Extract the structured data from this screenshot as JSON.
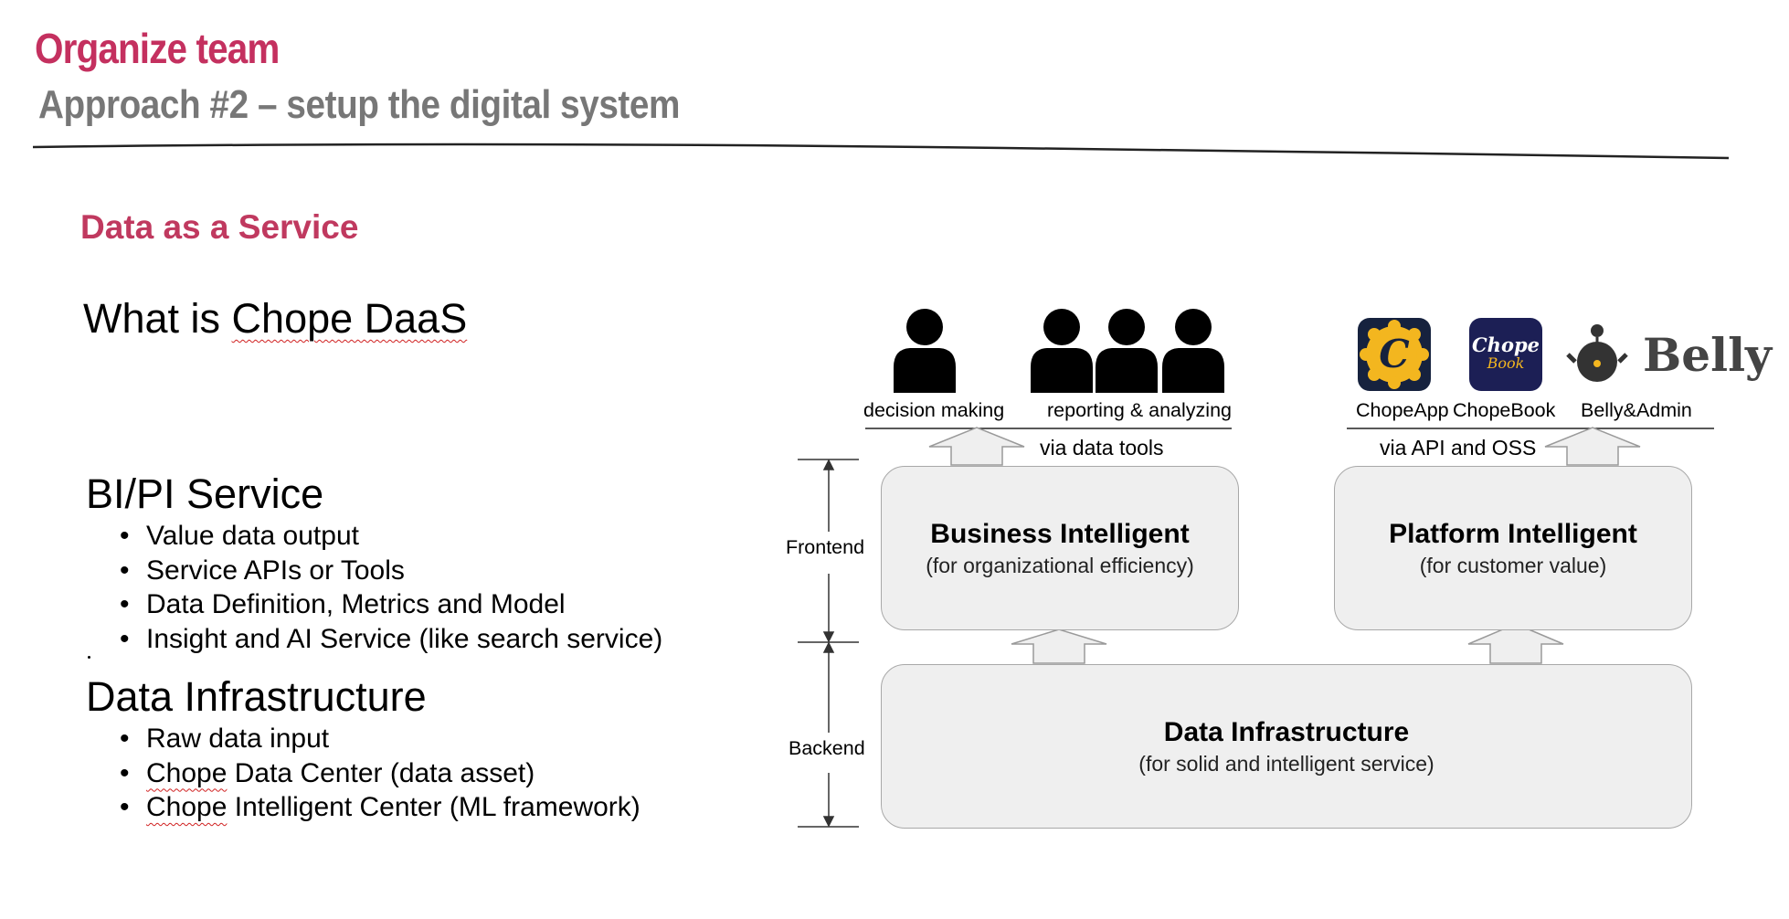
{
  "header": {
    "title": "Organize team",
    "subtitle": "Approach #2 – setup the digital system"
  },
  "section_title": "Data as a Service",
  "question": {
    "prefix": "What is ",
    "term": "Chope DaaS"
  },
  "bi_service": {
    "heading": "BI/PI Service",
    "items": [
      "Value data output",
      "Service APIs or Tools",
      "Data Definition, Metrics and Model",
      "Insight and AI Service (like search service)"
    ]
  },
  "data_infra_list": {
    "heading": "Data Infrastructure",
    "item1": "Raw data input",
    "item2_brand": "Chope",
    "item2_rest": " Data Center (data asset)",
    "item3_brand": "Chope",
    "item3_rest": " Intelligent Center (ML framework)"
  },
  "diagram": {
    "consumers_left": [
      "decision making",
      "reporting & analyzing"
    ],
    "consumers_right": [
      "ChopeApp",
      "ChopeBook",
      "Belly&Admin"
    ],
    "via_left": "via data tools",
    "via_right": "via API and OSS",
    "layer_frontend": "Frontend",
    "layer_backend": "Backend",
    "box_bi": {
      "title": "Business Intelligent",
      "subtitle": "(for organizational efficiency)"
    },
    "box_pi": {
      "title": "Platform Intelligent",
      "subtitle": "(for customer value)"
    },
    "box_di": {
      "title": "Data Infrastructure",
      "subtitle": "(for solid and intelligent service)"
    },
    "logos": {
      "chope_app": "C",
      "chope_book_top": "Chope",
      "chope_book_bottom": "Book",
      "belly": "Belly"
    }
  },
  "colors": {
    "title": "#c4305f",
    "subtitle": "#777777",
    "section": "#c0395f",
    "box_fill": "#efefef",
    "box_border": "#a8a8a8",
    "logo_yellow": "#f3b61f"
  }
}
